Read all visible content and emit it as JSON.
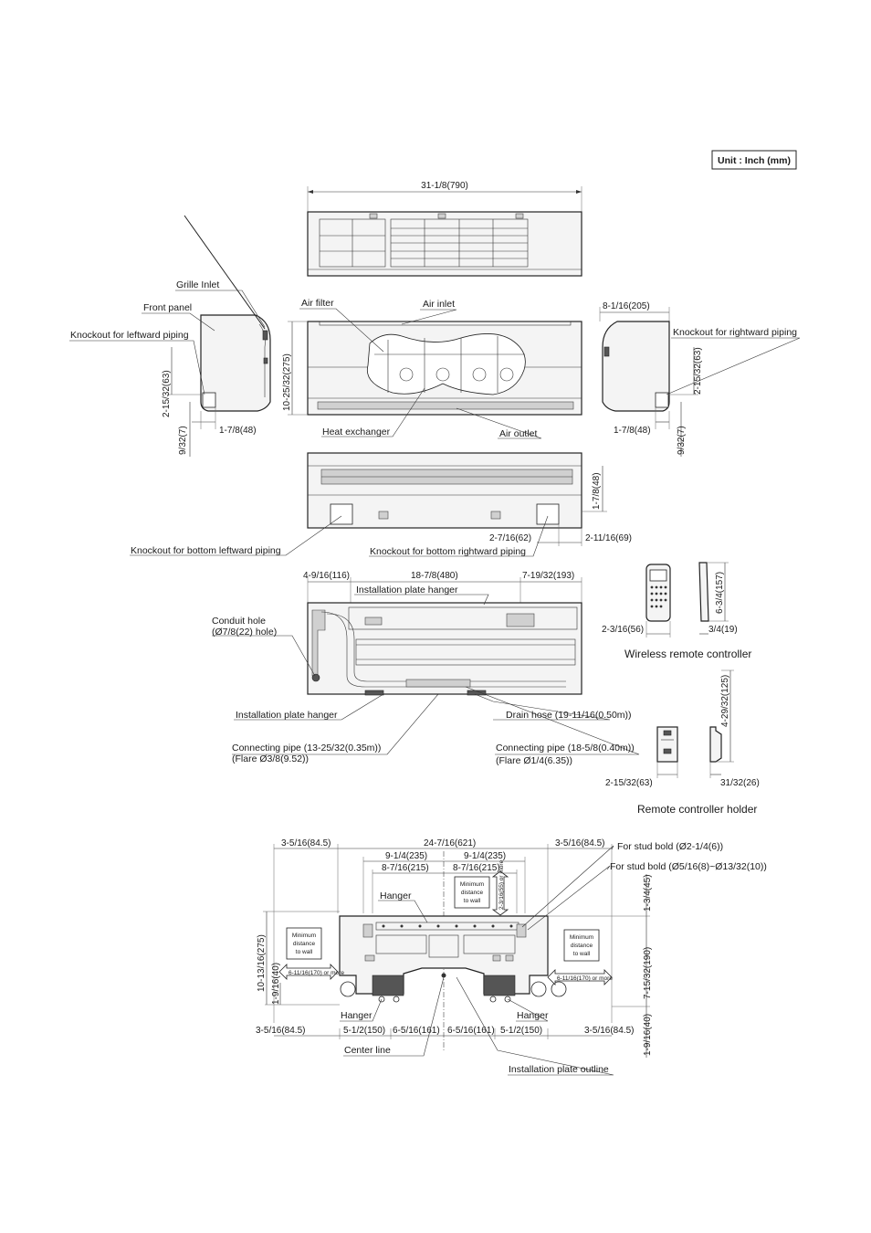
{
  "unit_label": "Unit : Inch (mm)",
  "captions": {
    "wireless_remote": "Wireless remote controller",
    "remote_holder": "Remote controller holder"
  },
  "labels": {
    "grille_inlet": "Grille Inlet",
    "front_panel": "Front panel",
    "knockout_left": "Knockout for leftward piping",
    "knockout_right": "Knockout for rightward piping",
    "air_filter": "Air filter",
    "air_inlet": "Air inlet",
    "heat_exchanger": "Heat exchanger",
    "air_outlet": "Air outlet",
    "knockout_bottom_left": "Knockout for bottom leftward piping",
    "knockout_bottom_right": "Knockout for bottom rightward piping",
    "install_hanger_top": "Installation plate hanger",
    "conduit_hole_1": "Conduit hole",
    "conduit_hole_2": "(Ø7/8(22) hole)",
    "install_hanger_bottom": "Installation plate hanger",
    "drain_hose": "Drain hose (19-11/16(0.50m))",
    "conn_pipe_left_1": "Connecting pipe (13-25/32(0.35m))",
    "conn_pipe_left_2": "(Flare Ø3/8(9.52))",
    "conn_pipe_right_1": "Connecting pipe (18-5/8(0.40m))",
    "conn_pipe_right_2": "(Flare Ø1/4(6.35))",
    "stud_bold_1": "For stud bold (Ø2-1/4(6))",
    "stud_bold_2": "For stud bold (Ø5/16(8)~Ø13/32(10))",
    "hanger_top": "Hanger",
    "hanger_left": "Hanger",
    "hanger_right": "Hanger",
    "min_dist_1": "Minimum",
    "min_dist_2": "distance",
    "min_dist_3": "to wall",
    "min_dist_side": "6-11/16(170) or more",
    "min_dist_top": "2-3/16(55) or more",
    "center_line": "Center line",
    "plate_outline": "Installation plate outline"
  },
  "dimensions": {
    "overall_width": "31-1/8(790)",
    "depth": "8-1/16(205)",
    "height": "10-25/32(275)",
    "knock_h_left": "2-15/32(63)",
    "knock_h_right": "2-15/32(63)",
    "side_left_w": "1-7/8(48)",
    "side_right_w": "1-7/8(48)",
    "side_left_bottom": "9/32(7)",
    "side_right_bottom": "9/32(7)",
    "bottom_h": "1-7/8(48)",
    "bottom_knock_w": "2-7/16(62)",
    "bottom_knock_off": "2-11/16(69)",
    "rear_left": "4-9/16(116)",
    "rear_mid": "18-7/8(480)",
    "rear_right": "7-19/32(193)",
    "remote_h": "6-3/4(157)",
    "remote_w": "2-3/16(56)",
    "remote_d": "3/4(19)",
    "holder_h": "4-29/32(125)",
    "holder_w": "2-15/32(63)",
    "holder_d": "31/32(26)",
    "plate_left_off": "3-5/16(84.5)",
    "plate_total": "24-7/16(621)",
    "plate_right_off": "3-5/16(84.5)",
    "plate_half_left": "9-1/4(235)",
    "plate_half_right": "9-1/4(235)",
    "plate_q_left": "8-7/16(215)",
    "plate_q_right": "8-7/16(215)",
    "plate_top_off": "1-3/4(45)",
    "plate_height": "10-13/16(275)",
    "plate_right_h": "7-15/32(190)",
    "plate_left_low": "1-9/16(40)",
    "plate_right_low": "1-9/16(40)",
    "plate_b1": "3-5/16(84.5)",
    "plate_b2": "5-1/2(150)",
    "plate_b3": "6-5/16(161)",
    "plate_b4": "6-5/16(161)",
    "plate_b5": "5-1/2(150)",
    "plate_b6": "3-5/16(84.5)"
  }
}
